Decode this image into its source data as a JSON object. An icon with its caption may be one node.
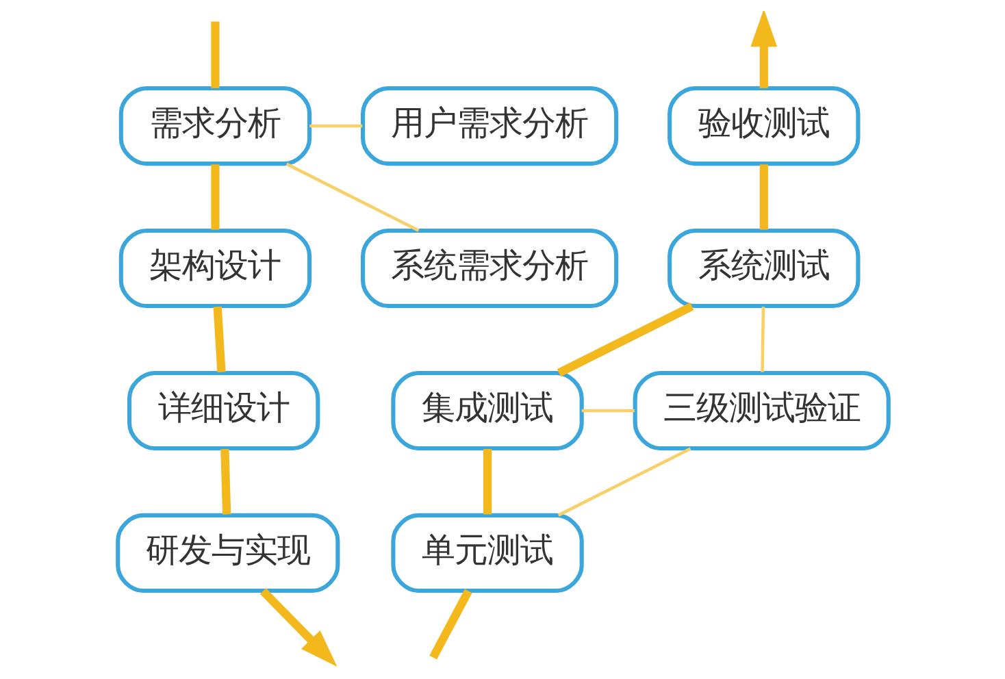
{
  "diagram": {
    "nodes": [
      {
        "text": [
          "需求分析"
        ]
      },
      {
        "text": [
          "用户需求分析"
        ]
      },
      {
        "text": [
          "系统需求分析"
        ]
      },
      {
        "text": [
          "验收测试"
        ]
      },
      {
        "text": [
          "架构设计"
        ]
      },
      {
        "text": [
          "系统测试"
        ]
      },
      {
        "text": [
          "详细设计"
        ]
      },
      {
        "text": [
          "集成测试"
        ]
      },
      {
        "text": [
          "三级测试验证"
        ]
      },
      {
        "text": [
          "研发与实现"
        ]
      },
      {
        "text": [
          "单元测试"
        ]
      }
    ],
    "edges": [
      {
        "from": null,
        "to": 0,
        "arrow": "none"
      },
      {
        "from": 0,
        "to": 4,
        "arrow": "none"
      },
      {
        "from": 4,
        "to": 6,
        "arrow": "none"
      },
      {
        "from": 6,
        "to": 9,
        "arrow": "none"
      },
      {
        "from": 9,
        "to": null,
        "arrow": "to"
      },
      {
        "from": null,
        "to": 10,
        "arrow": "none"
      },
      {
        "from": 10,
        "to": 7,
        "arrow": "none"
      },
      {
        "from": 7,
        "to": 5,
        "arrow": "none"
      },
      {
        "from": 5,
        "to": 3,
        "arrow": "none"
      },
      {
        "from": 3,
        "to": null,
        "arrow": "to"
      },
      {
        "from": 0,
        "to": 1,
        "arrow": "none",
        "color": "#f7d06a"
      },
      {
        "from": 0,
        "to": 2,
        "arrow": "none",
        "color": "#f7d06a"
      },
      {
        "from": 5,
        "to": 8,
        "arrow": "none",
        "color": "#f7d06a"
      },
      {
        "from": 7,
        "to": 8,
        "arrow": "none",
        "color": "#f7d06a"
      },
      {
        "from": 10,
        "to": 8,
        "arrow": "none",
        "color": "#f7d06a"
      }
    ]
  }
}
